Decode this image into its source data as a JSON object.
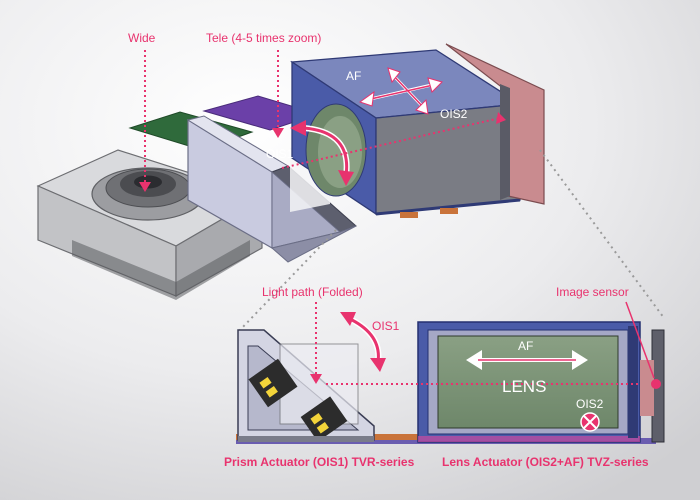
{
  "labels": {
    "wide": "Wide",
    "tele": "Tele (4-5 times zoom)",
    "af_top": "AF",
    "ois2_top": "OIS2",
    "ois1_top": "OIS1",
    "light_path": "Light path (Folded)",
    "ois1_bottom": "OIS1",
    "image_sensor": "Image sensor",
    "af_bottom": "AF",
    "lens": "LENS",
    "ois2_bottom": "OIS2",
    "prism_caption": "Prism Actuator (OIS1) TVR-series",
    "lens_caption": "Lens Actuator (OIS2+AF) TVZ-series"
  },
  "colors": {
    "accent": "#e8336e",
    "background_gradient_top": "#ffffff",
    "background_gradient_bottom": "#d3d3d5",
    "actuator_blue": "#4a5ba8",
    "lens_green": "#7d9677",
    "sensor_pink": "#c98b8f",
    "module_gray": "#c6c7ca",
    "board_green": "#2f6a3b",
    "board_purple": "#6b40a8"
  }
}
